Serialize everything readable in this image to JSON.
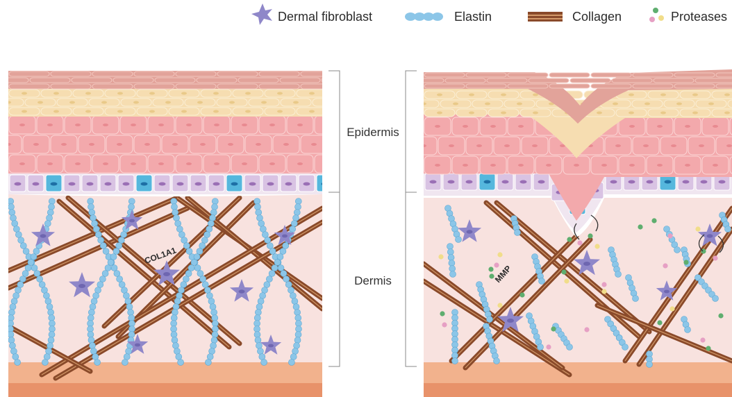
{
  "legend": {
    "fibroblast": "Dermal fibroblast",
    "elastin": "Elastin",
    "collagen": "Collagen",
    "proteases": "Proteases"
  },
  "layers": {
    "epidermis": "Epidermis",
    "dermis": "Dermis"
  },
  "annotations": {
    "left": "COL1A1",
    "right": "MMP"
  },
  "colors": {
    "stratum_corneum": "#e2a39a",
    "granular": "#f6ddb1",
    "spinous": "#f3a9ac",
    "basal_purple": "#d9c3e3",
    "basal_blue": "#55b7dd",
    "dermis": "#f8e2df",
    "elastin": "#8cc6e8",
    "collagen": "#8a4a2a",
    "fibroblast": "#8f87c9",
    "hypodermis": "#f2b28d",
    "protease_green": "#5fae6f",
    "protease_pink": "#e6a0c4",
    "protease_yellow": "#f1dd8a"
  }
}
